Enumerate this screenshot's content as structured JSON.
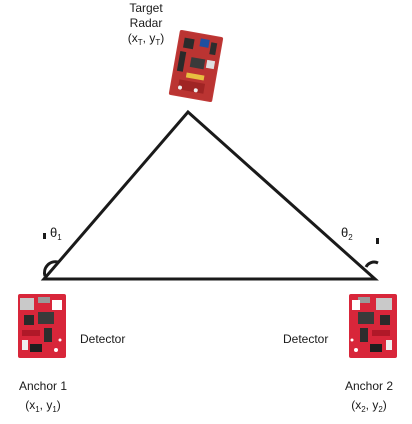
{
  "target": {
    "line1": "Target",
    "line2": "Radar",
    "coord_open": "(x",
    "coord_sub1": "T",
    "coord_mid": ", y",
    "coord_sub2": "T",
    "coord_close": ")"
  },
  "anchor1": {
    "name": "Anchor 1",
    "coord_open": "(x",
    "coord_sub1": "1",
    "coord_mid": ", y",
    "coord_sub2": "1",
    "coord_close": ")",
    "detector": "Detector"
  },
  "anchor2": {
    "name": "Anchor 2",
    "coord_open": "(x",
    "coord_sub1": "2",
    "coord_mid": ", y",
    "coord_sub2": "2",
    "coord_close": ")",
    "detector": "Detector"
  },
  "angles": {
    "theta1_symbol": "θ",
    "theta1_sub": "1",
    "theta2_symbol": "θ",
    "theta2_sub": "2"
  },
  "colors": {
    "board_red": "#d8263a",
    "board_dark": "#b01828",
    "target_board": "#c03a38",
    "line": "#1a1a1a"
  }
}
